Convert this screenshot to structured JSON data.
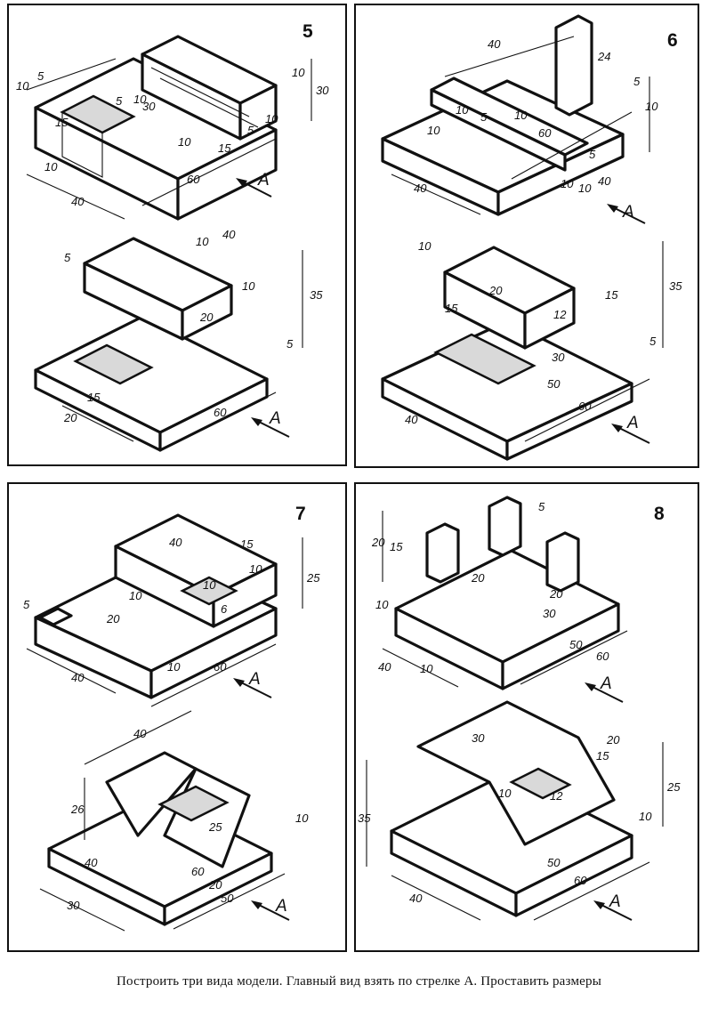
{
  "problems": [
    {
      "number": "5",
      "arrow_label": "A",
      "top_dims": [
        "10",
        "5",
        "5",
        "30",
        "10",
        "15",
        "10",
        "30",
        "10",
        "15",
        "5",
        "10",
        "10",
        "60",
        "40"
      ],
      "bottom_dims": [
        "5",
        "10",
        "40",
        "10",
        "35",
        "20",
        "5",
        "15",
        "20",
        "60"
      ]
    },
    {
      "number": "6",
      "arrow_label": "A",
      "top_dims": [
        "40",
        "24",
        "10",
        "5",
        "10",
        "5",
        "10",
        "10",
        "60",
        "5",
        "10",
        "10",
        "40",
        "40"
      ],
      "bottom_dims": [
        "10",
        "20",
        "15",
        "15",
        "35",
        "12",
        "5",
        "30",
        "50",
        "40",
        "60"
      ]
    },
    {
      "number": "7",
      "arrow_label": "A",
      "top_dims": [
        "40",
        "15",
        "25",
        "10",
        "10",
        "10",
        "5",
        "20",
        "6",
        "40",
        "10",
        "60"
      ],
      "bottom_dims": [
        "40",
        "26",
        "25",
        "10",
        "40",
        "60",
        "30",
        "20",
        "50"
      ]
    },
    {
      "number": "8",
      "arrow_label": "A",
      "top_dims": [
        "5",
        "20",
        "15",
        "20",
        "20",
        "10",
        "30",
        "50",
        "40",
        "10",
        "60"
      ],
      "bottom_dims": [
        "30",
        "20",
        "15",
        "25",
        "10",
        "12",
        "35",
        "10",
        "50",
        "40",
        "60"
      ]
    }
  ],
  "caption": "Построить три вида модели. Главный вид взять по стрелке А. Проставить размеры"
}
